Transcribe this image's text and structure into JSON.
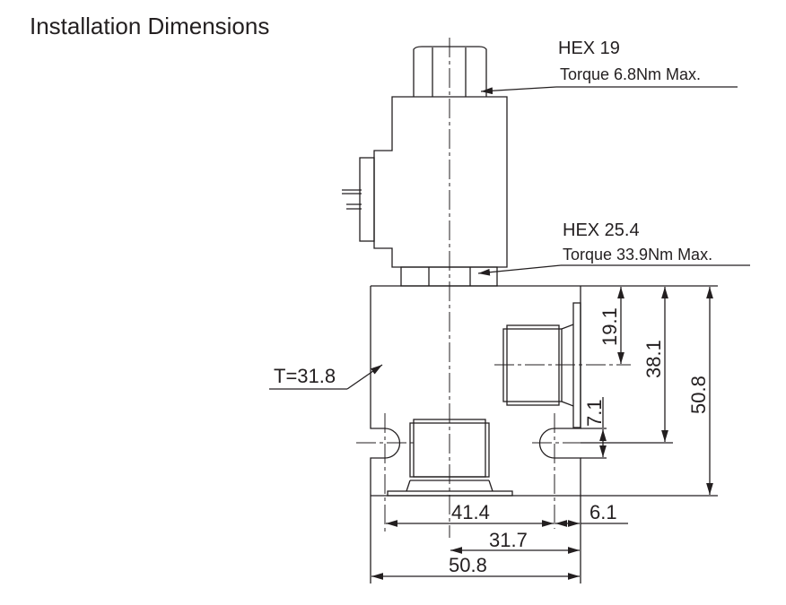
{
  "title": "Installation Dimensions",
  "callouts": {
    "hex_top": "HEX 19",
    "hex_top_torque": "Torque 6.8Nm Max.",
    "hex_bottom": "HEX 25.4",
    "hex_bottom_torque": "Torque 33.9Nm Max.",
    "thickness": "T=31.8"
  },
  "dimensions": {
    "port_height": "19.1",
    "mount_height": "38.1",
    "body_height": "50.8",
    "slot_width": "7.1",
    "mount_spacing": "41.4",
    "slot_offset": "6.1",
    "center_to_edge": "31.7",
    "body_width": "50.8"
  }
}
